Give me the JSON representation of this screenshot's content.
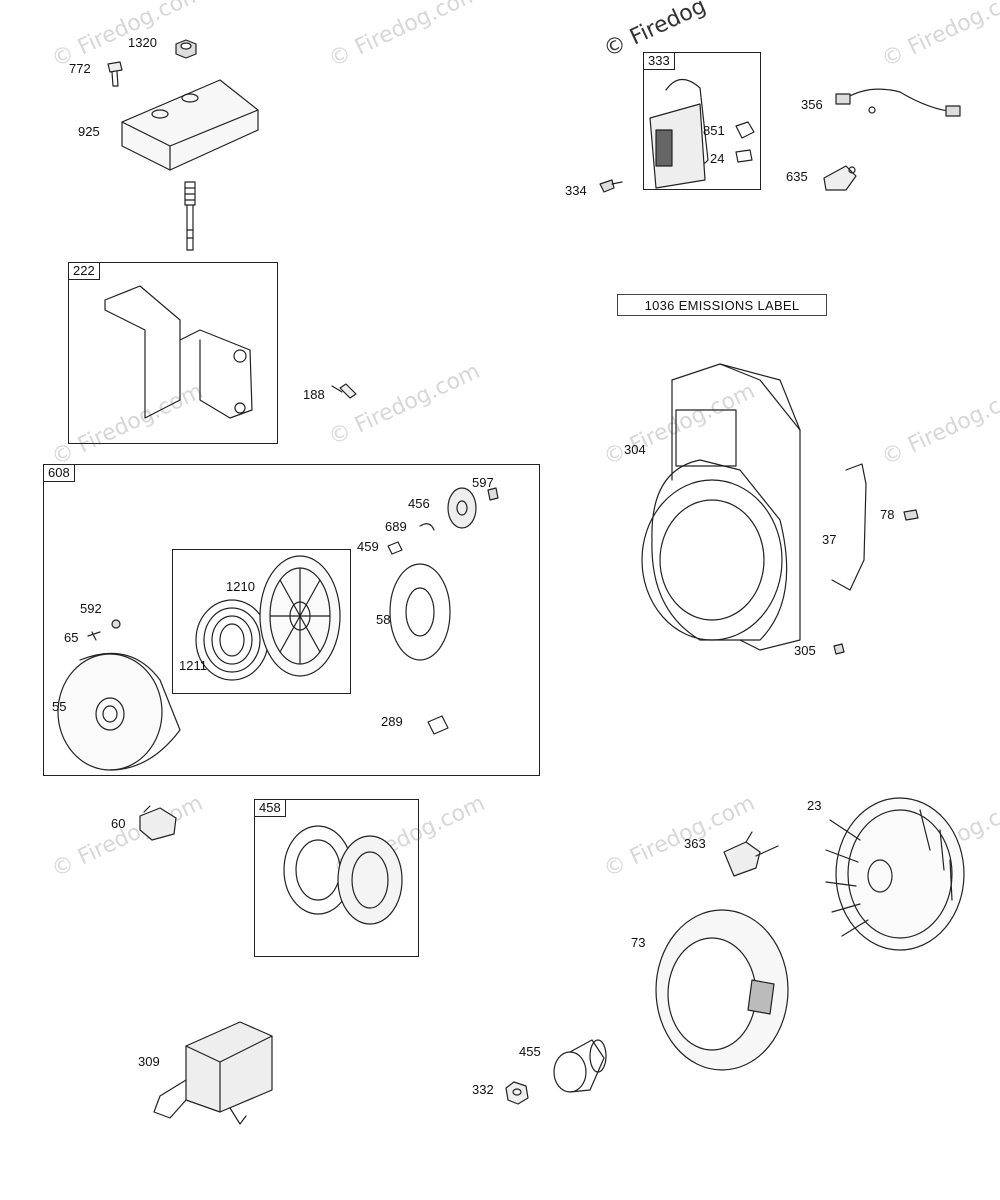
{
  "watermark": {
    "text": "© Firedog.com",
    "top_text": "© Firedog"
  },
  "emissions_label": "1036 EMISSIONS LABEL",
  "boxes": {
    "b222": "222",
    "b608": "608",
    "b458": "458",
    "b333": "333",
    "b1210": ""
  },
  "parts": {
    "p1320": "1320",
    "p772": "772",
    "p925": "925",
    "p188": "188",
    "p597": "597",
    "p456": "456",
    "p689": "689",
    "p459": "459",
    "p1210": "1210",
    "p1211": "1211",
    "p58": "58",
    "p592": "592",
    "p65": "65",
    "p55": "55",
    "p289": "289",
    "p60": "60",
    "p309": "309",
    "p333": "333",
    "p851": "851",
    "p24": "24",
    "p334": "334",
    "p356": "356",
    "p635": "635",
    "p304": "304",
    "p37": "37",
    "p78": "78",
    "p305": "305",
    "p23": "23",
    "p363": "363",
    "p73": "73",
    "p455": "455",
    "p332": "332"
  }
}
